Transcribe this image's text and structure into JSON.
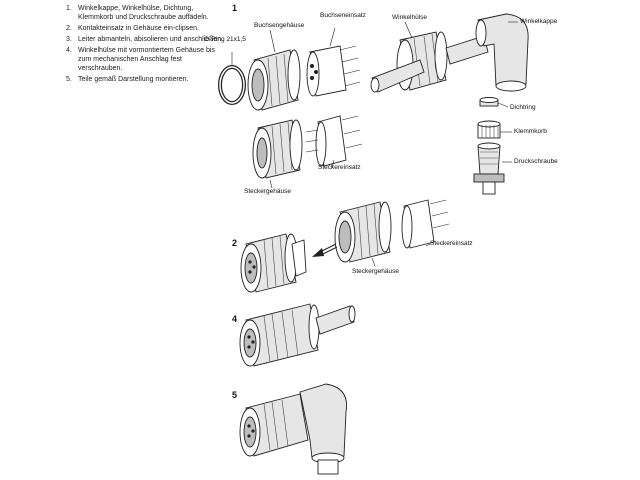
{
  "instructions": [
    {
      "num": "1.",
      "text": "Winkelkappe, Winkelhülse, Dichtung, Klemmkorb und Druckschraube auffädeln."
    },
    {
      "num": "2.",
      "text": "Kontakteinsatz in Gehäuse ein-clipsen."
    },
    {
      "num": "3.",
      "text": "Leiter abmanteln, abisolieren und anschließen."
    },
    {
      "num": "4.",
      "text": "Winkelhülse mit vormontiertem Gehäuse bis zum mechanischen Anschlag fest verschrauben."
    },
    {
      "num": "5.",
      "text": "Teile gemäß Darstellung montieren."
    }
  ],
  "steps": {
    "s1": "1",
    "s2": "2",
    "s4": "4",
    "s5": "5"
  },
  "labels": {
    "buchsengehaeuse": "Buchsengehäuse",
    "buchseneinsatz": "Buchseneinsatz",
    "oring": "O-Ring 21x1,5",
    "winkelhuelse": "Winkelhülse",
    "winkelkappe": "Winkelkappe",
    "dichtring": "Dichtring",
    "klemmkorb": "Klemmkorb",
    "druckschraube": "Druckschraube",
    "steckereinsatz1": "Steckereinsatz",
    "steckergehaeuse1": "Steckergehäuse",
    "steckereinsatz2": "Steckereinsatz",
    "steckergehaeuse2": "Steckergehäuse"
  }
}
